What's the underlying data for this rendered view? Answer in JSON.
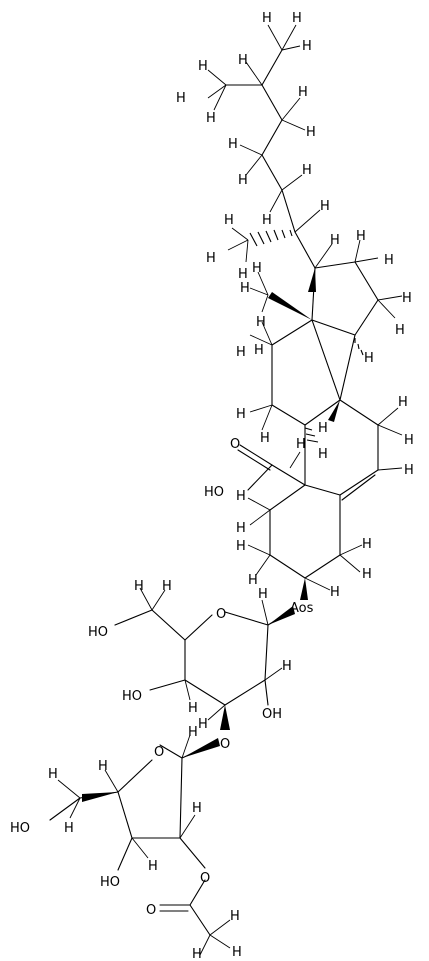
{
  "atom_labels": {
    "h": "H",
    "o": "O",
    "oh": "OH",
    "ho": "HO",
    "aos": "Aos"
  },
  "colors": {
    "ink": "#000000",
    "background": "#ffffff"
  }
}
